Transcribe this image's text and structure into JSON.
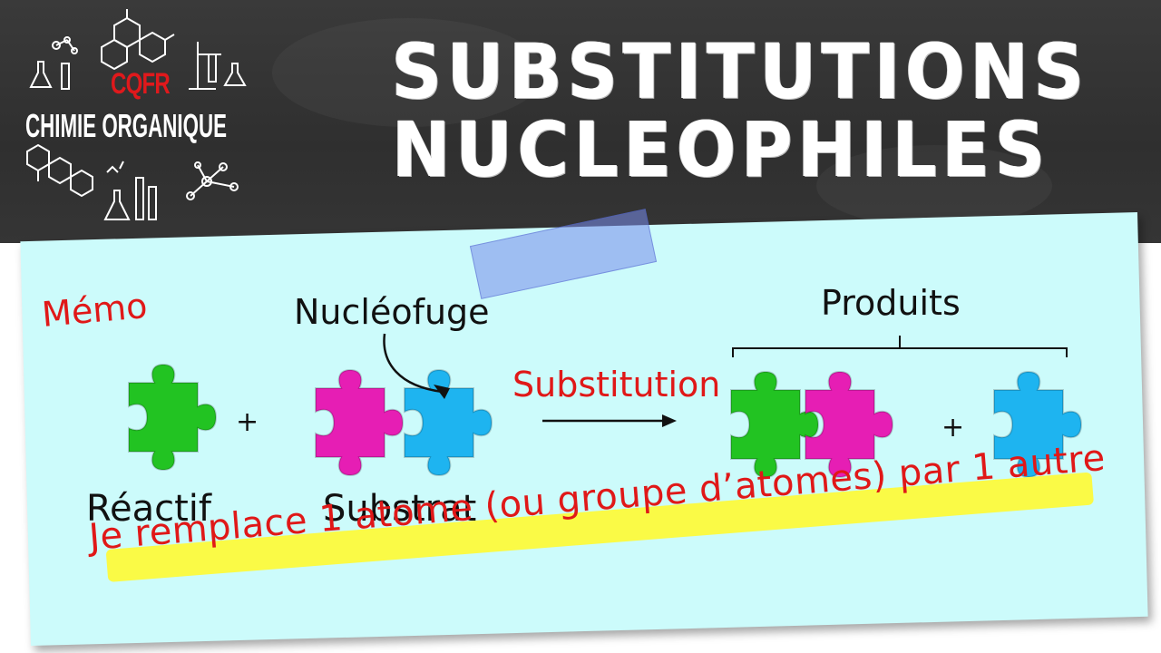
{
  "header": {
    "title_line1": "SUBSTITUTIONS",
    "title_line2": "NUCLEOPHILES",
    "logo_top": "CQFR",
    "logo_bottom": "CHIMIE ORGANIQUE",
    "logo_accent_color": "#e0191c"
  },
  "card": {
    "memo_label": "Mémo",
    "nucleofuge_label": "Nucléofuge",
    "produits_label": "Produits",
    "reaction_label": "Substitution",
    "reactif_label": "Réactif",
    "substrat_label": "Substrat",
    "plus_sign": "+",
    "definition": "Je remplace 1 atome (ou groupe d’atomes) par 1 autre",
    "background_color": "#ccfbfb",
    "highlight_color": "#fafa46"
  },
  "pieces": {
    "green_color": "#22c322",
    "magenta_color": "#e61eb4",
    "blue_color": "#1eb4f0"
  }
}
